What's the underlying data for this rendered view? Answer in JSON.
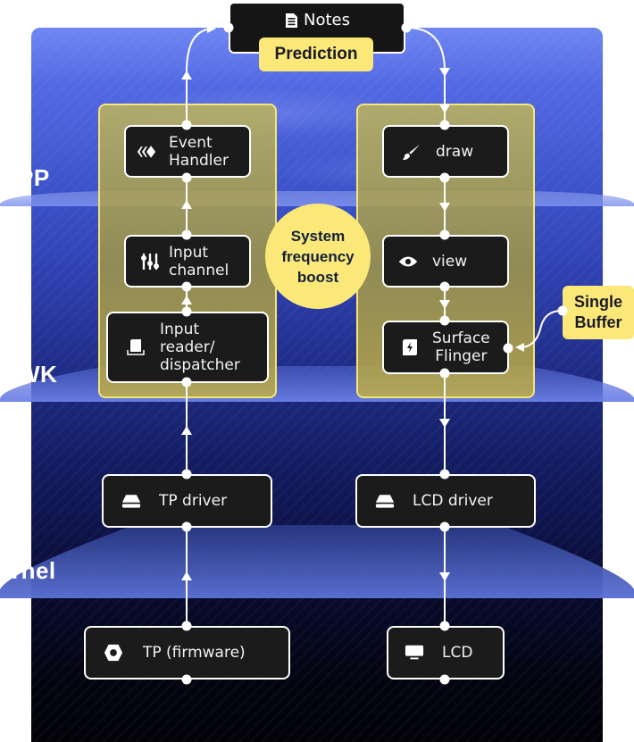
{
  "top": {
    "notes_label": "Notes",
    "notes_icon": "notes-icon",
    "prediction_label": "Prediction"
  },
  "layers": [
    {
      "label": "PP"
    },
    {
      "label": "WK"
    },
    {
      "label": "ernel"
    }
  ],
  "input_column": {
    "nodes": [
      {
        "icon": "event-handler-icon",
        "lines": [
          "Event",
          "Handler"
        ]
      },
      {
        "icon": "sliders-icon",
        "lines": [
          "Input",
          "channel"
        ]
      },
      {
        "icon": "dispatcher-icon",
        "lines": [
          "Input",
          "reader/",
          "dispatcher"
        ]
      },
      {
        "icon": "drive-icon",
        "lines": [
          "TP driver"
        ]
      },
      {
        "icon": "hex-nut-icon",
        "lines": [
          "TP (firmware)"
        ]
      }
    ]
  },
  "render_column": {
    "nodes": [
      {
        "icon": "brush-icon",
        "lines": [
          "draw"
        ]
      },
      {
        "icon": "eye-icon",
        "lines": [
          "view"
        ]
      },
      {
        "icon": "flash-icon",
        "lines": [
          "Surface",
          "Flinger"
        ]
      },
      {
        "icon": "drive-icon",
        "lines": [
          "LCD driver"
        ]
      },
      {
        "icon": "monitor-icon",
        "lines": [
          "LCD"
        ]
      }
    ]
  },
  "boost": {
    "lines": [
      "System",
      "frequency",
      "boost"
    ]
  },
  "single_buffer": {
    "lines": [
      "Single",
      "Buffer"
    ]
  },
  "colors": {
    "highlight_yellow": "#fbe878",
    "group_border": "#f3e57a",
    "node_bg": "#1b1b1b",
    "panel_top": "#6f86f2",
    "panel_bottom": "#020207"
  }
}
